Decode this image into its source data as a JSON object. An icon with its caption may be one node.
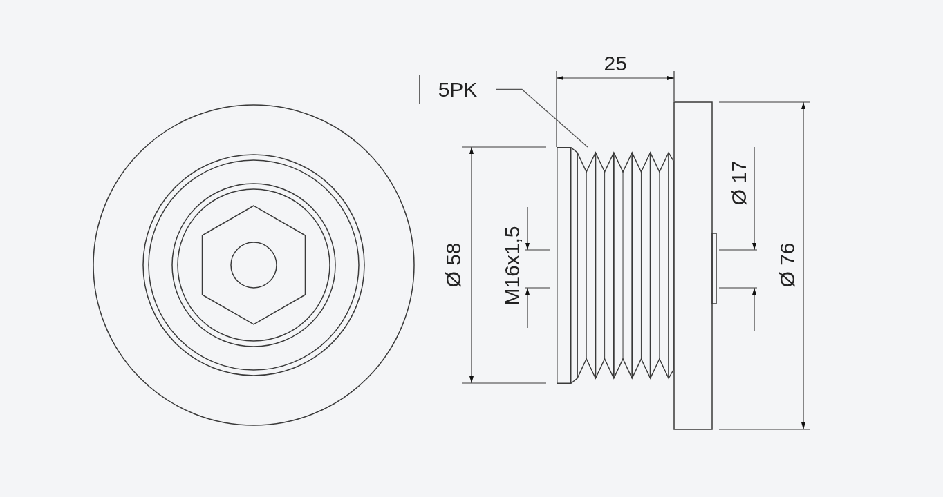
{
  "diagram": {
    "nodes": [
      {
        "text": [
          "5PK"
        ]
      },
      {
        "text": [],
        "shape": "picture"
      }
    ],
    "edges": [
      {
        "from": 0,
        "to": 1,
        "arrow": "none"
      }
    ],
    "labels": [
      "25",
      "Ø 58",
      "M16x1,5",
      "Ø 17",
      "Ø 76"
    ]
  }
}
